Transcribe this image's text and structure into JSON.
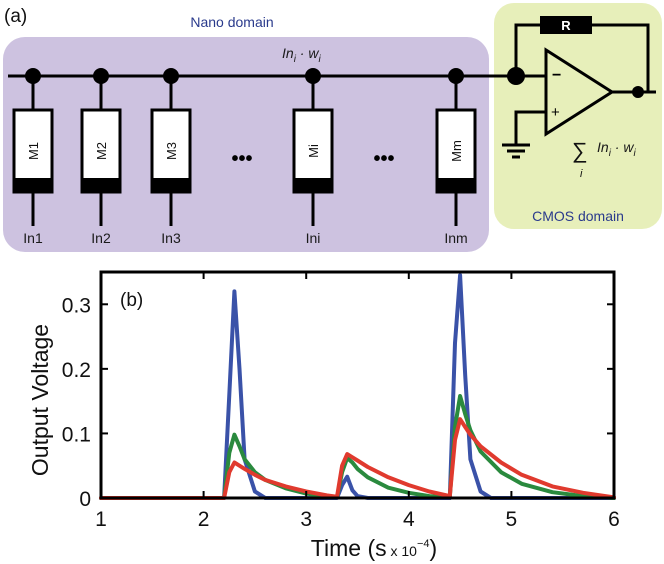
{
  "figure": {
    "panel_a_label": "(a)",
    "panel_b_label": "(b)",
    "colors": {
      "nano_bg": "#cdc2e0",
      "cmos_bg": "#e7efba",
      "domain_text": "#2a3a8c",
      "wire": "#000000"
    }
  },
  "circuit": {
    "nano_domain_label": "Nano domain",
    "cmos_domain_label": "CMOS domain",
    "sum_node_label_base": "In",
    "sum_node_label_sub": "i",
    "sum_node_label_mid": " · w",
    "sum_node_label_sub2": "i",
    "resistor_label": "R",
    "opamp_minus": "−",
    "opamp_plus": "+",
    "output_sum_symbol": "∑",
    "output_sum_index": "i",
    "output_expr": "In",
    "output_expr_sub": "i",
    "output_expr_mid": " · w",
    "output_expr_sub2": "i",
    "ellipsis": "•••",
    "memristors": [
      {
        "device": "M1",
        "input": "In1"
      },
      {
        "device": "M2",
        "input": "In2"
      },
      {
        "device": "M3",
        "input": "In3"
      },
      {
        "device": "Mi",
        "input": "Ini"
      },
      {
        "device": "Mm",
        "input": "Inm"
      }
    ]
  },
  "chart_data": {
    "type": "line",
    "xlabel_main": "Time (s",
    "xlabel_unit": " x 10",
    "xlabel_exp": "−4",
    "xlabel_close": ")",
    "ylabel": "Output Voltage",
    "xlim": [
      1,
      6
    ],
    "ylim": [
      0,
      0.35
    ],
    "xticks": [
      1,
      2,
      3,
      4,
      5,
      6
    ],
    "yticks": [
      0,
      0.1,
      0.2,
      0.3
    ],
    "ytick_labels": [
      "0",
      "0.1",
      "0.2",
      "0.3"
    ],
    "grid": false,
    "series": [
      {
        "color": "#3a52a8",
        "x": [
          1.0,
          2.2,
          2.25,
          2.3,
          2.35,
          2.4,
          2.5,
          2.6,
          3.2,
          3.3,
          3.35,
          3.4,
          3.45,
          3.5,
          3.6,
          4.4,
          4.45,
          4.5,
          4.55,
          4.6,
          4.7,
          4.8,
          6.0
        ],
        "values": [
          0,
          0,
          0.16,
          0.32,
          0.2,
          0.06,
          0.01,
          0,
          0,
          0,
          0.02,
          0.033,
          0.012,
          0.003,
          0,
          0,
          0.24,
          0.345,
          0.19,
          0.06,
          0.01,
          0,
          0
        ]
      },
      {
        "color": "#2a8a3e",
        "x": [
          1.0,
          2.2,
          2.25,
          2.3,
          2.35,
          2.4,
          2.5,
          2.6,
          2.8,
          3.0,
          3.2,
          3.3,
          3.35,
          3.4,
          3.45,
          3.5,
          3.6,
          3.8,
          4.0,
          4.2,
          4.4,
          4.45,
          4.5,
          4.55,
          4.6,
          4.7,
          4.9,
          5.1,
          5.4,
          5.7,
          6.0
        ],
        "values": [
          0,
          0,
          0.07,
          0.098,
          0.08,
          0.06,
          0.04,
          0.028,
          0.015,
          0.007,
          0.002,
          0.001,
          0.04,
          0.062,
          0.055,
          0.045,
          0.032,
          0.016,
          0.008,
          0.003,
          0.001,
          0.11,
          0.158,
          0.13,
          0.105,
          0.072,
          0.04,
          0.022,
          0.009,
          0.003,
          0
        ]
      },
      {
        "color": "#e03a2e",
        "x": [
          1.0,
          2.2,
          2.25,
          2.3,
          2.35,
          2.4,
          2.5,
          2.6,
          2.8,
          3.0,
          3.2,
          3.3,
          3.35,
          3.4,
          3.45,
          3.5,
          3.6,
          3.8,
          4.0,
          4.2,
          4.4,
          4.45,
          4.5,
          4.55,
          4.6,
          4.7,
          4.9,
          5.1,
          5.4,
          5.7,
          6.0
        ],
        "values": [
          0,
          0,
          0.04,
          0.055,
          0.05,
          0.045,
          0.036,
          0.028,
          0.018,
          0.01,
          0.004,
          0.002,
          0.05,
          0.068,
          0.063,
          0.058,
          0.048,
          0.032,
          0.02,
          0.01,
          0.003,
          0.09,
          0.122,
          0.11,
          0.098,
          0.08,
          0.055,
          0.036,
          0.018,
          0.008,
          0.001
        ]
      }
    ]
  }
}
